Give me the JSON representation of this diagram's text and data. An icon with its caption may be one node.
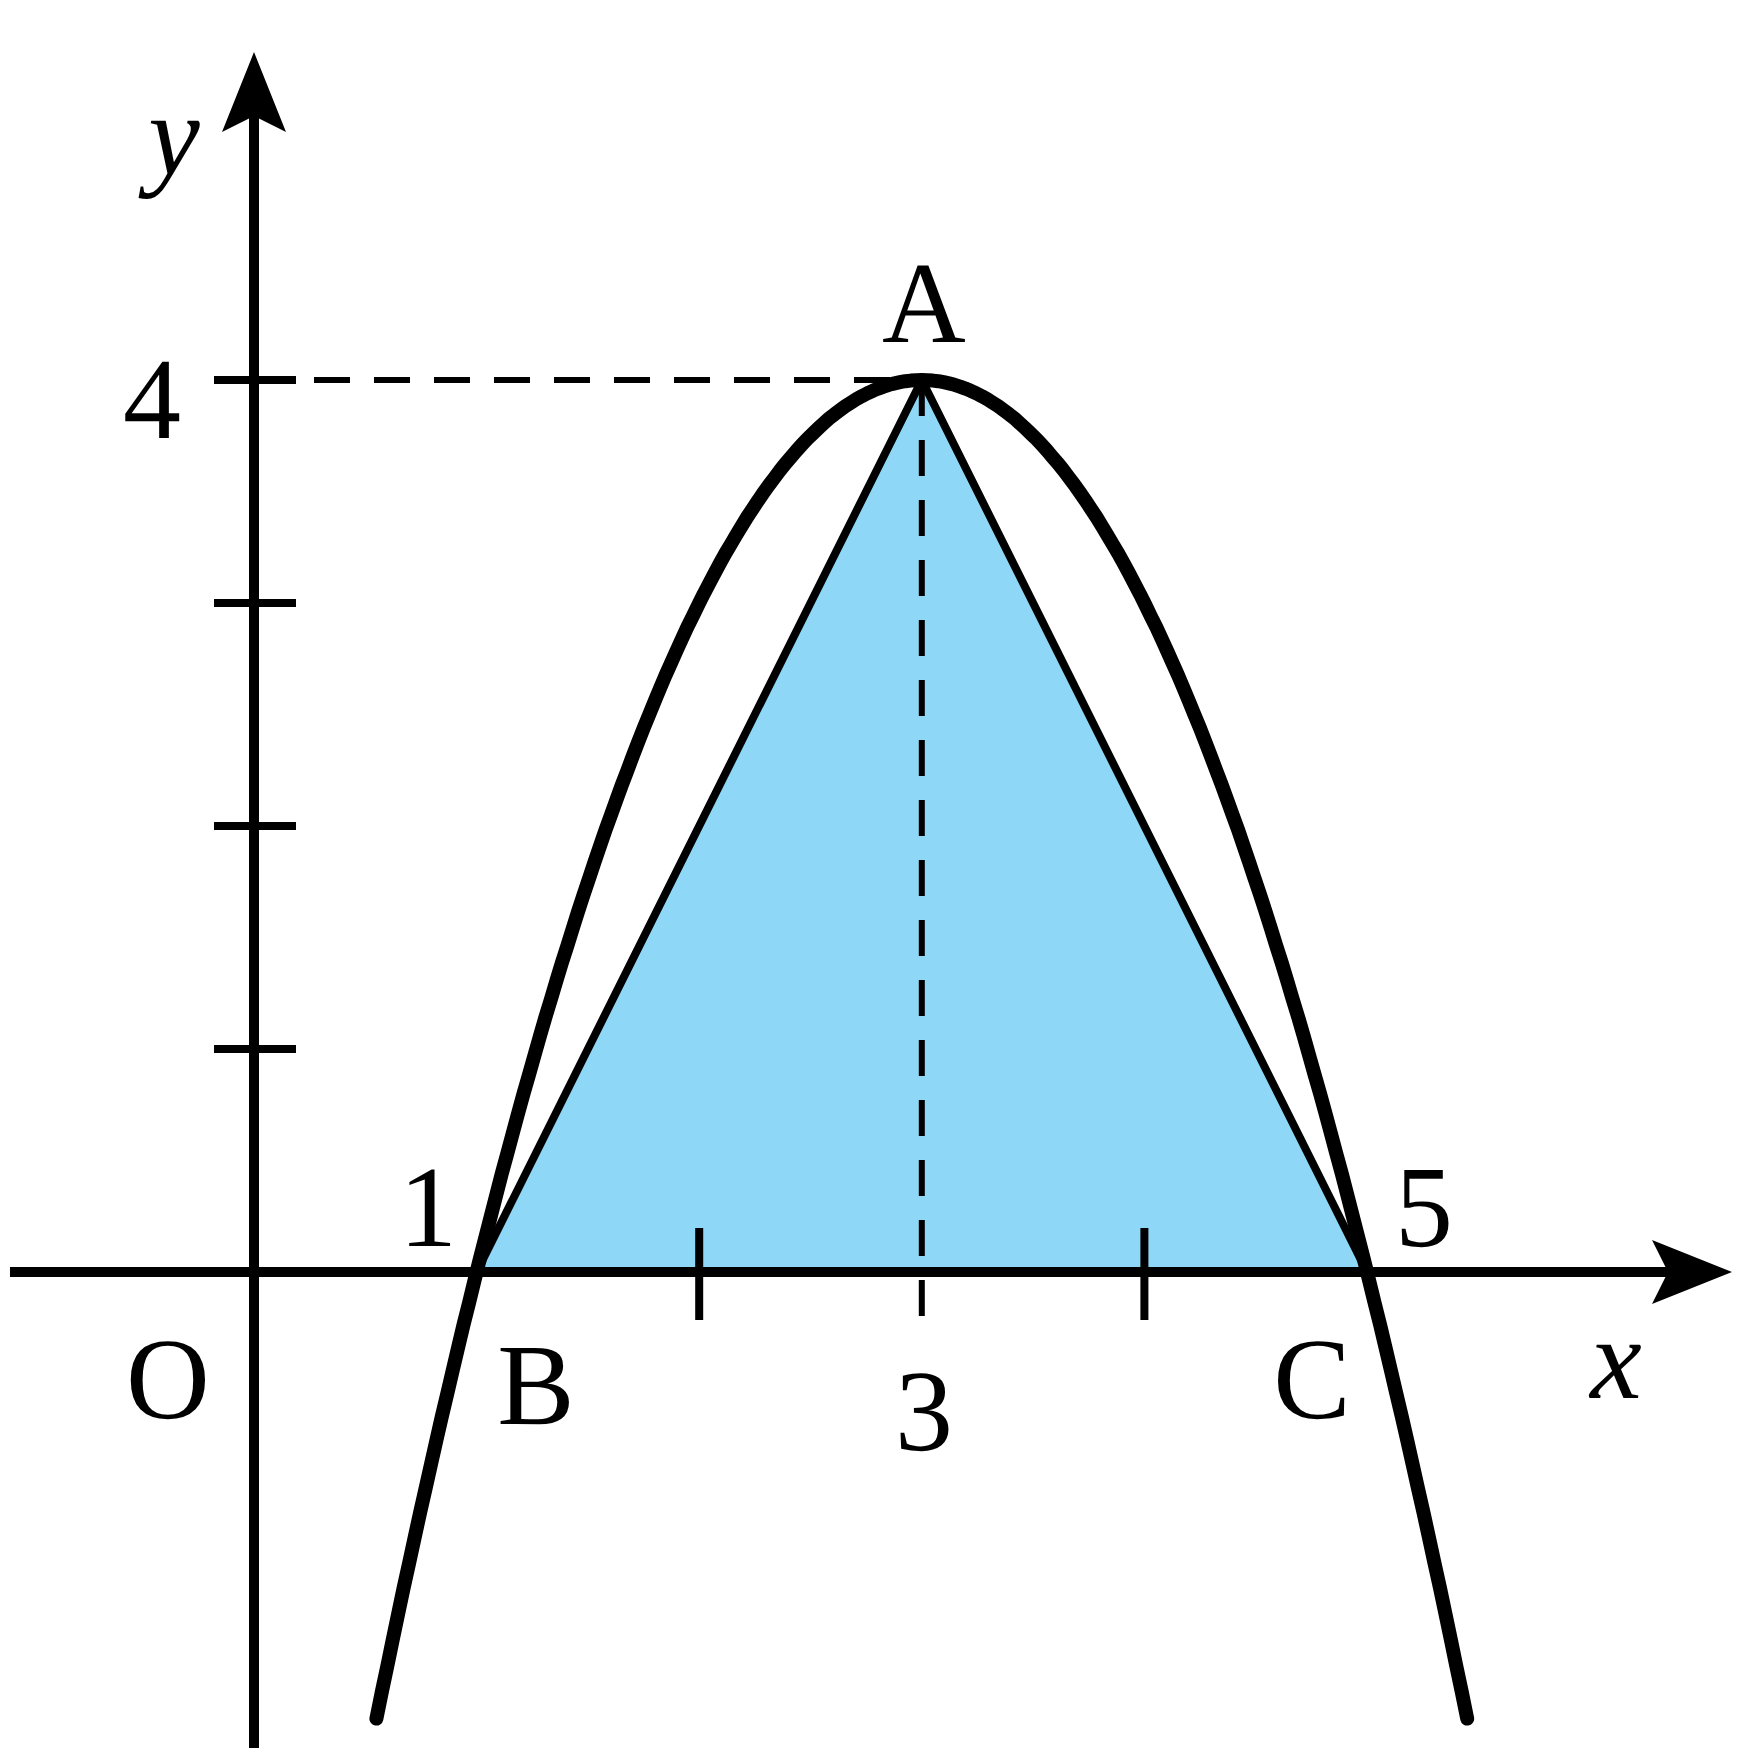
{
  "diagram": {
    "labels": [
      "y",
      "4",
      "A",
      "1",
      "5",
      "O",
      "B",
      "3",
      "C",
      "x"
    ]
  }
}
